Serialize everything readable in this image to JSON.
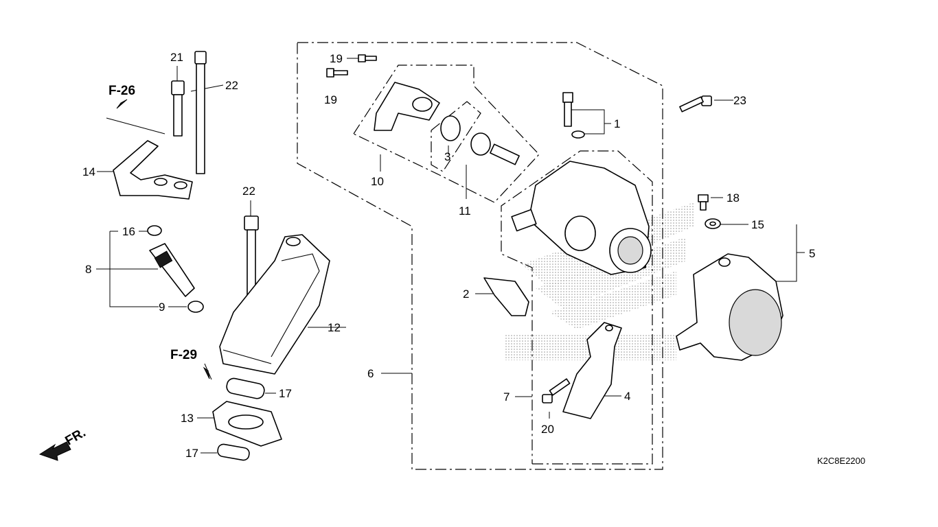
{
  "diagram": {
    "code": "K2C8E2200",
    "direction_label": "FR.",
    "refs": {
      "f26": "F-26",
      "f29": "F-29"
    },
    "callouts": {
      "c1": "1",
      "c2": "2",
      "c3": "3",
      "c4": "4",
      "c5": "5",
      "c6": "6",
      "c7": "7",
      "c8": "8",
      "c9": "9",
      "c10": "10",
      "c11": "11",
      "c12": "12",
      "c13": "13",
      "c14": "14",
      "c15": "15",
      "c16": "16",
      "c17a": "17",
      "c17b": "17",
      "c18": "18",
      "c19a": "19",
      "c19b": "19",
      "c20": "20",
      "c21": "21",
      "c22a": "22",
      "c22b": "22",
      "c23": "23"
    }
  }
}
